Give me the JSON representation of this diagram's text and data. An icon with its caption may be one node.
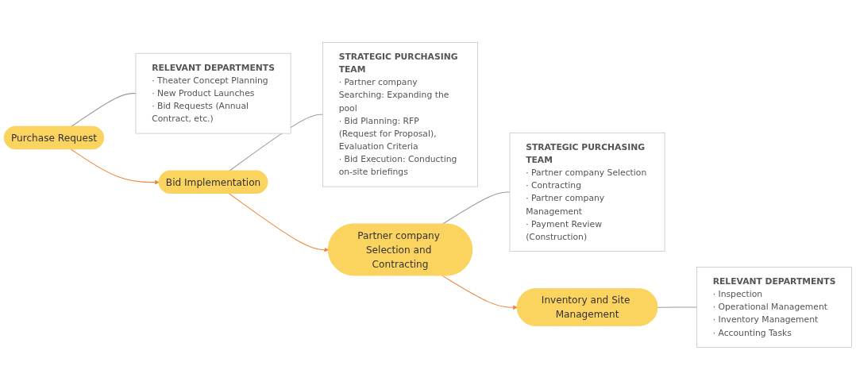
{
  "diagram": {
    "nodes": [
      {
        "text": [
          "Purchase Request"
        ]
      },
      {
        "text": [
          "RELEVANT DEPARTMENTS",
          "· Theater Concept Planning",
          "· New Product Launches",
          "· Bid Requests (Annual Contract, etc.)"
        ]
      },
      {
        "text": [
          "Bid Implementation"
        ]
      },
      {
        "text": [
          "STRATEGIC PURCHASING TEAM",
          "· Partner company Searching: Expanding the pool",
          "· Bid Planning: RFP (Request for Proposal), Evaluation Criteria",
          "· Bid Execution: Conducting on-site briefings"
        ]
      },
      {
        "text": [
          "Partner company Selection and Contracting"
        ]
      },
      {
        "text": [
          "STRATEGIC PURCHASING TEAM",
          "· Partner company Selection",
          "· Contracting",
          "· Partner company Management",
          "· Payment Review (Construction)"
        ]
      },
      {
        "text": [
          "Inventory and Site Management"
        ]
      },
      {
        "text": [
          "RELEVANT DEPARTMENTS",
          "· Inspection",
          "· Operational Management",
          "· Inventory Management",
          "· Accounting Tasks"
        ]
      }
    ],
    "edges": [
      {
        "from": 0,
        "to": 2,
        "arrow": "to",
        "color": "#f0873a"
      },
      {
        "from": 2,
        "to": 4,
        "arrow": "to",
        "color": "#f0873a"
      },
      {
        "from": 4,
        "to": 6,
        "arrow": "to",
        "color": "#f0873a"
      },
      {
        "from": 0,
        "to": 1,
        "arrow": "none"
      },
      {
        "from": 2,
        "to": 3,
        "arrow": "none"
      },
      {
        "from": 4,
        "to": 5,
        "arrow": "none"
      },
      {
        "from": 6,
        "to": 7,
        "arrow": "none"
      }
    ]
  }
}
